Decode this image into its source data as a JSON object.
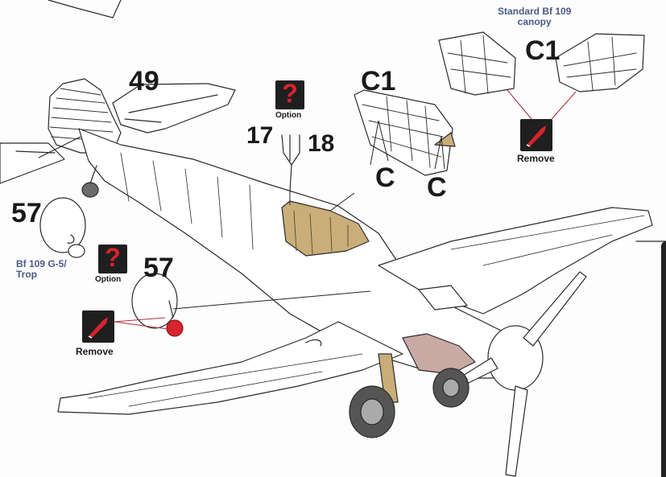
{
  "labels": {
    "part_49": "49",
    "part_17": "17",
    "part_18": "18",
    "part_57_left": "57",
    "part_57_right": "57",
    "c1_main": "C1",
    "c1_inset": "C1",
    "c_left": "C",
    "c_right": "C",
    "inset_title_line1": "Standard Bf 109",
    "inset_title_line2": "canopy",
    "variant_line1": "Bf 109 G-5/",
    "variant_line2": "Trop",
    "option_top": "Option",
    "option_left": "Option",
    "remove_inset": "Remove",
    "remove_left": "Remove"
  },
  "icons": {
    "option_symbol": "question-mark-icon",
    "remove_symbol": "knife-icon"
  },
  "colors": {
    "symbol_red": "#d9232e",
    "symbol_bg": "#1f1f1f",
    "cockpit_tan": "#c9ae79",
    "leader_red": "#b0303a",
    "ink": "#222222",
    "label_blue": "#4b5a86"
  }
}
